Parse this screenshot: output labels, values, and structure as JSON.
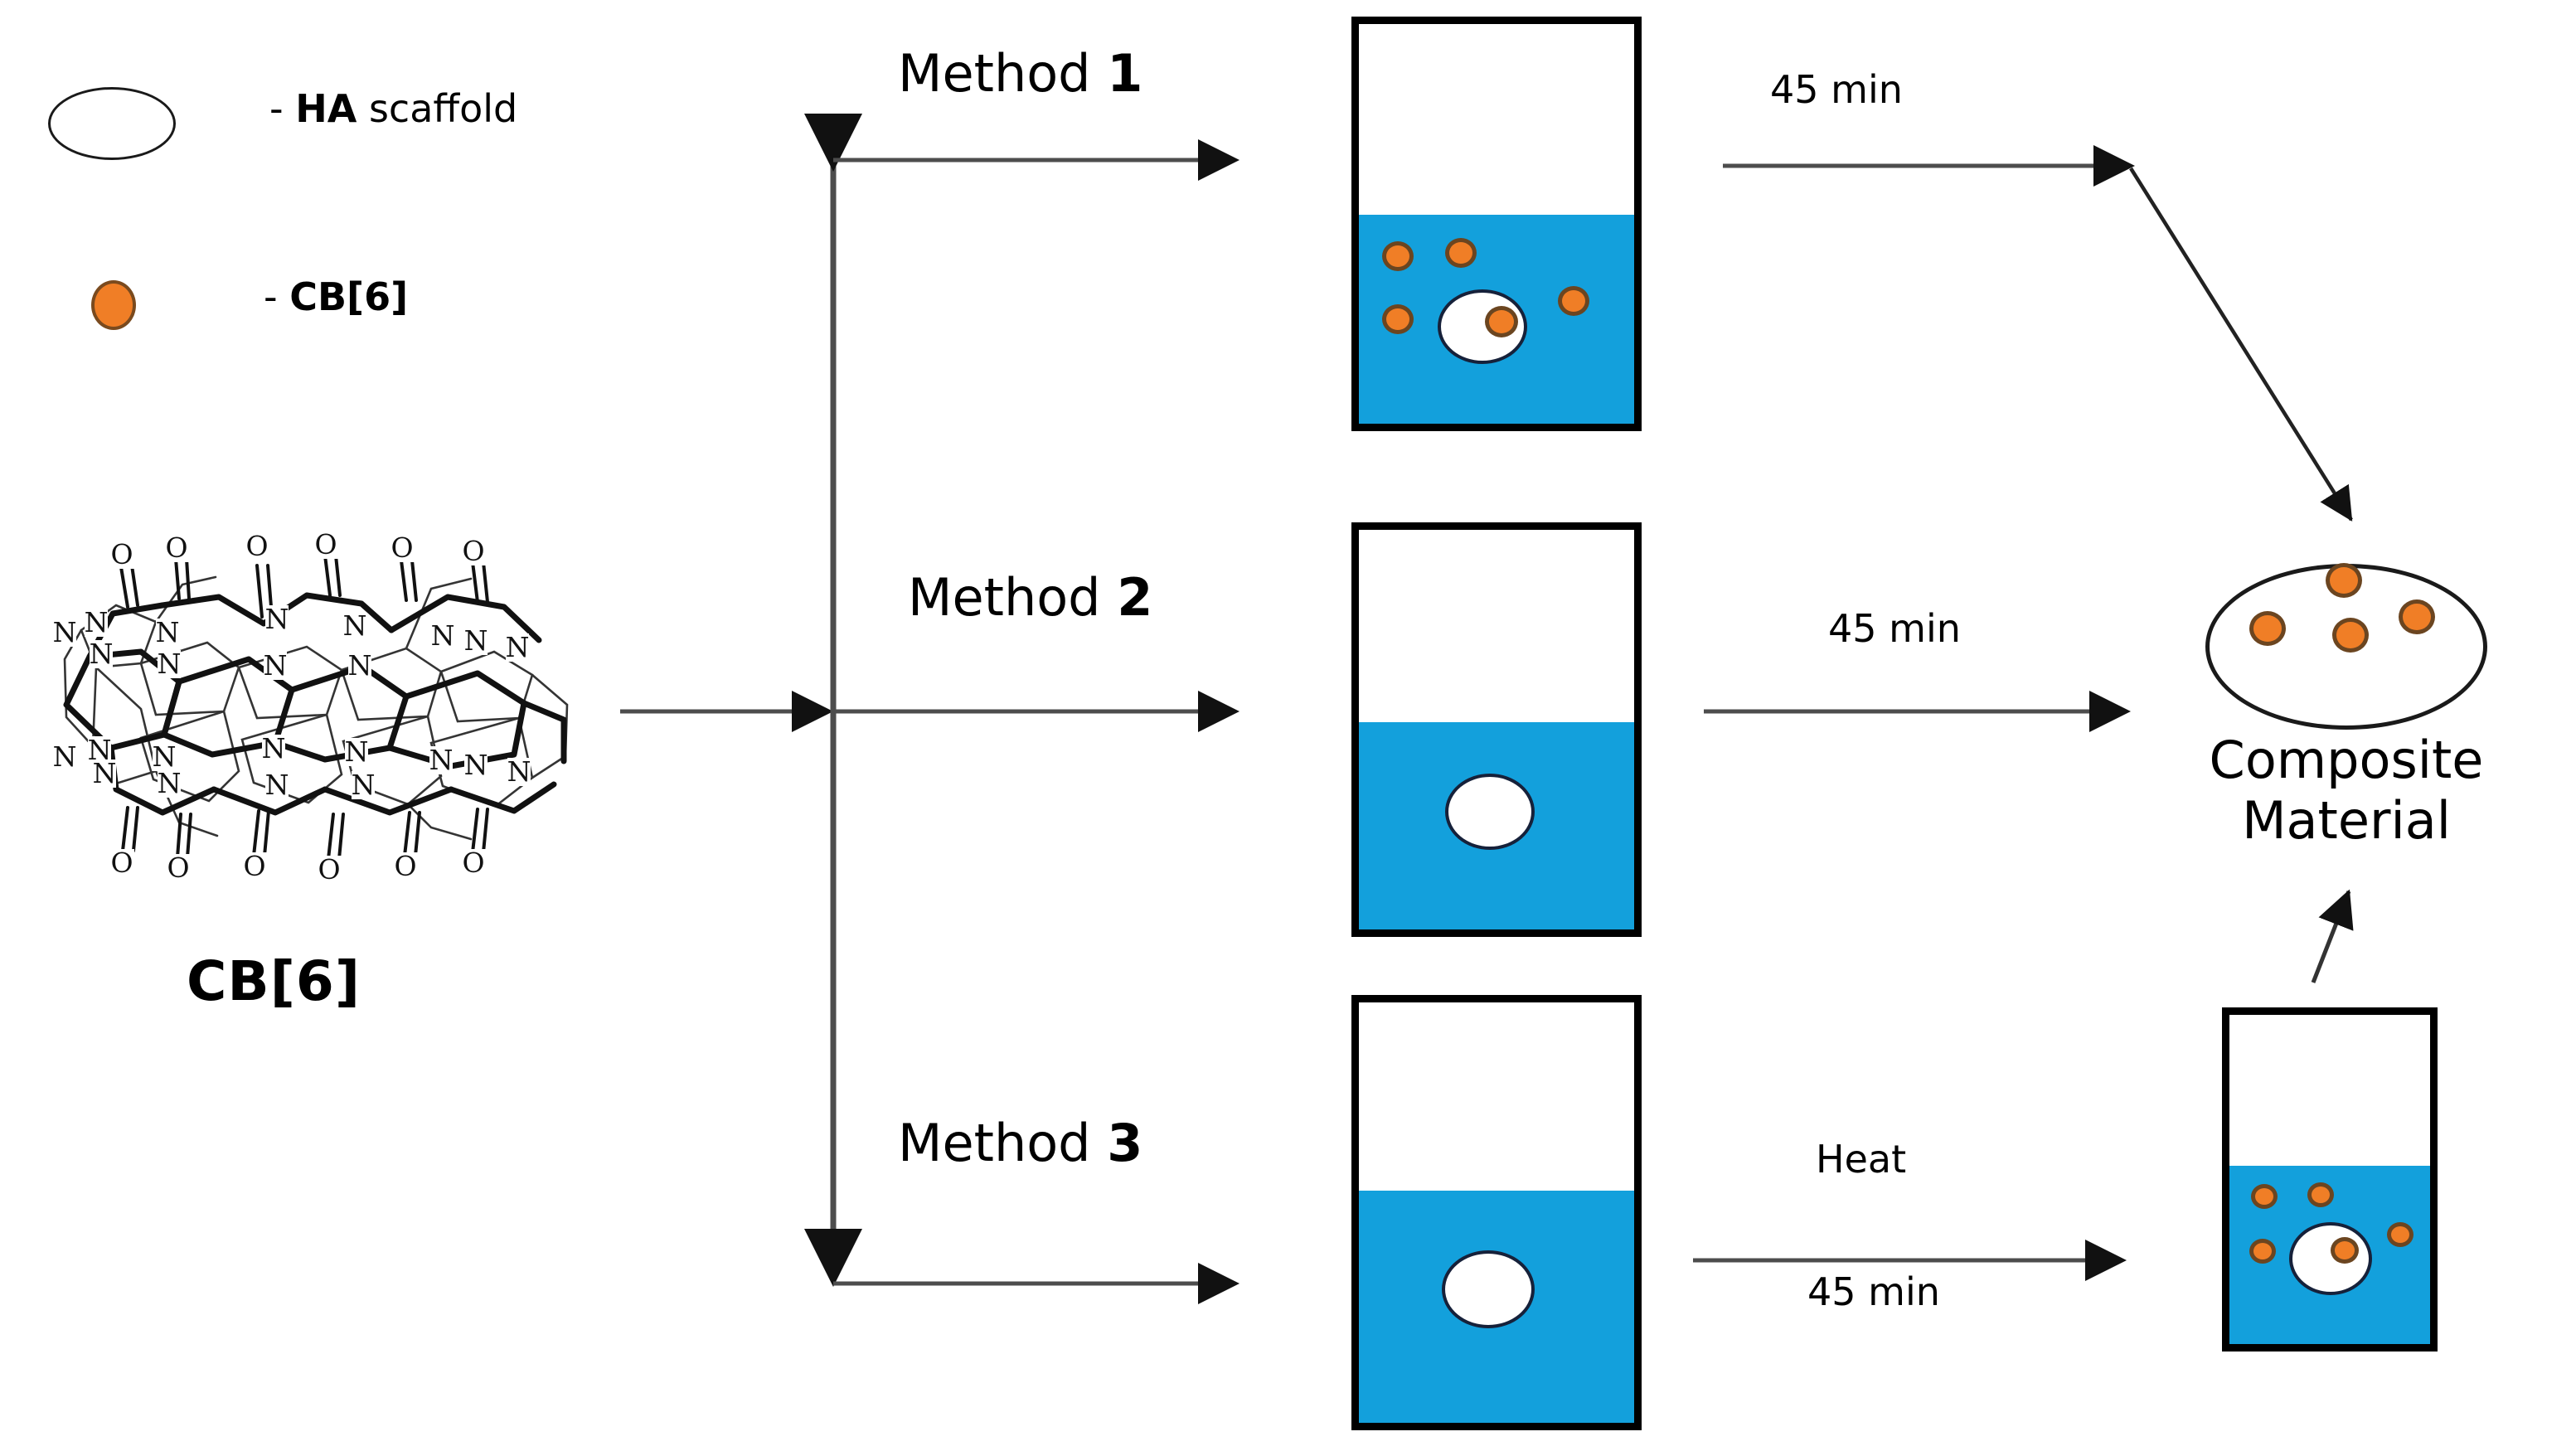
{
  "legend": {
    "scaffold": {
      "marker": "ellipse-outline",
      "dash": "- ",
      "bold": "HA",
      "rest": " scaffold"
    },
    "cb6": {
      "marker": "orange-dot",
      "dash": "- ",
      "bold": "CB[6]",
      "rest": ""
    }
  },
  "molecule": {
    "name": "CB[6]",
    "description": "cucurbit[6]uril structural formula",
    "atom_labels": [
      "N",
      "O"
    ]
  },
  "methods": [
    {
      "prefix": "Method ",
      "number": "1"
    },
    {
      "prefix": "Method ",
      "number": "2"
    },
    {
      "prefix": "Method ",
      "number": "3"
    }
  ],
  "steps": {
    "row1_time": "45 min",
    "row2_time": "45 min",
    "row3_condition": "Heat",
    "row3_time": "45 min"
  },
  "beakers": [
    {
      "id": "beaker-1",
      "liquid_color": "#13A0DC",
      "has_scaffold": true,
      "cb6_in_liquid": 4,
      "cb6_in_scaffold": 1
    },
    {
      "id": "beaker-2",
      "liquid_color": "#13A0DC",
      "has_scaffold": true,
      "cb6_in_liquid": 0,
      "cb6_in_scaffold": 0
    },
    {
      "id": "beaker-3",
      "liquid_color": "#13A0DC",
      "has_scaffold": true,
      "cb6_in_liquid": 0,
      "cb6_in_scaffold": 0
    },
    {
      "id": "beaker-4",
      "liquid_color": "#13A0DC",
      "has_scaffold": true,
      "cb6_in_liquid": 4,
      "cb6_in_scaffold": 1
    }
  ],
  "product": {
    "label_line1": "Composite",
    "label_line2": "Material",
    "cb6_count": 4
  },
  "colors": {
    "liquid_blue": "#13A0DC",
    "cb6_orange": "#F07E26",
    "cb6_outline": "#6b4520",
    "stroke_black": "#000000",
    "arrow_gray": "#4d4d4d"
  }
}
